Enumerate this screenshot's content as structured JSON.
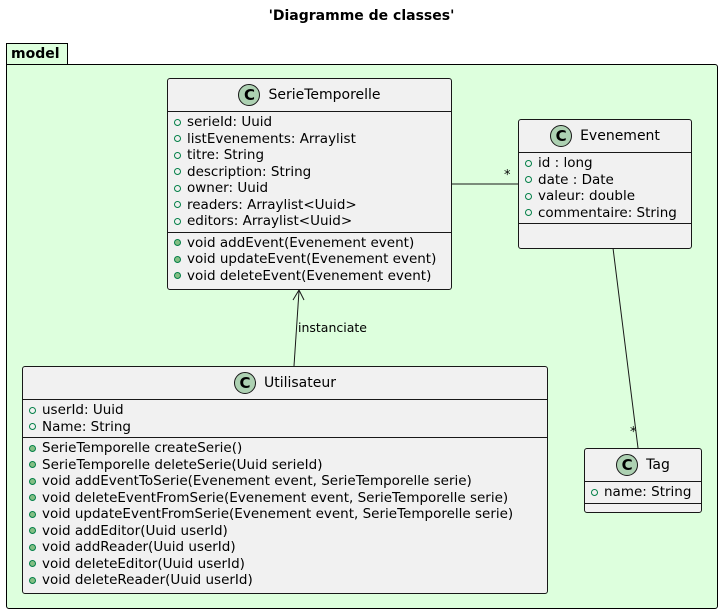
{
  "title": "'Diagramme de classes'",
  "package": {
    "name": "model"
  },
  "classes": {
    "serie": {
      "stereotype_letter": "C",
      "name": "SerieTemporelle",
      "attributes": [
        "serieId: Uuid",
        "listEvenements: Arraylist",
        "titre: String",
        "description: String",
        "owner: Uuid",
        "readers: Arraylist<Uuid>",
        "editors: Arraylist<Uuid>"
      ],
      "methods": [
        "void addEvent(Evenement event)",
        "void updateEvent(Evenement event)",
        "void deleteEvent(Evenement event)"
      ]
    },
    "evenement": {
      "stereotype_letter": "C",
      "name": "Evenement",
      "attributes": [
        "id : long",
        "date : Date",
        "valeur: double",
        "commentaire: String"
      ],
      "methods": []
    },
    "utilisateur": {
      "stereotype_letter": "C",
      "name": "Utilisateur",
      "attributes": [
        "userId: Uuid",
        "Name: String"
      ],
      "methods": [
        "SerieTemporelle createSerie()",
        "SerieTemporelle deleteSerie(Uuid serieId)",
        "void addEventToSerie(Evenement event, SerieTemporelle serie)",
        "void deleteEventFromSerie(Evenement event, SerieTemporelle serie)",
        "void updateEventFromSerie(Evenement event, SerieTemporelle serie)",
        "void addEditor(Uuid userId)",
        "void addReader(Uuid userId)",
        "void deleteEditor(Uuid userId)",
        "void deleteReader(Uuid userId)"
      ]
    },
    "tag": {
      "stereotype_letter": "C",
      "name": "Tag",
      "attributes": [
        "name: String"
      ],
      "methods": []
    }
  },
  "relations": {
    "instancie_label": "instanciate",
    "serie_evenement_mult": "*",
    "evenement_tag_mult": "*"
  },
  "colors": {
    "package_bg": "#ddffdd",
    "class_bg": "#f1f1f1",
    "class_badge": "#add1b2"
  }
}
